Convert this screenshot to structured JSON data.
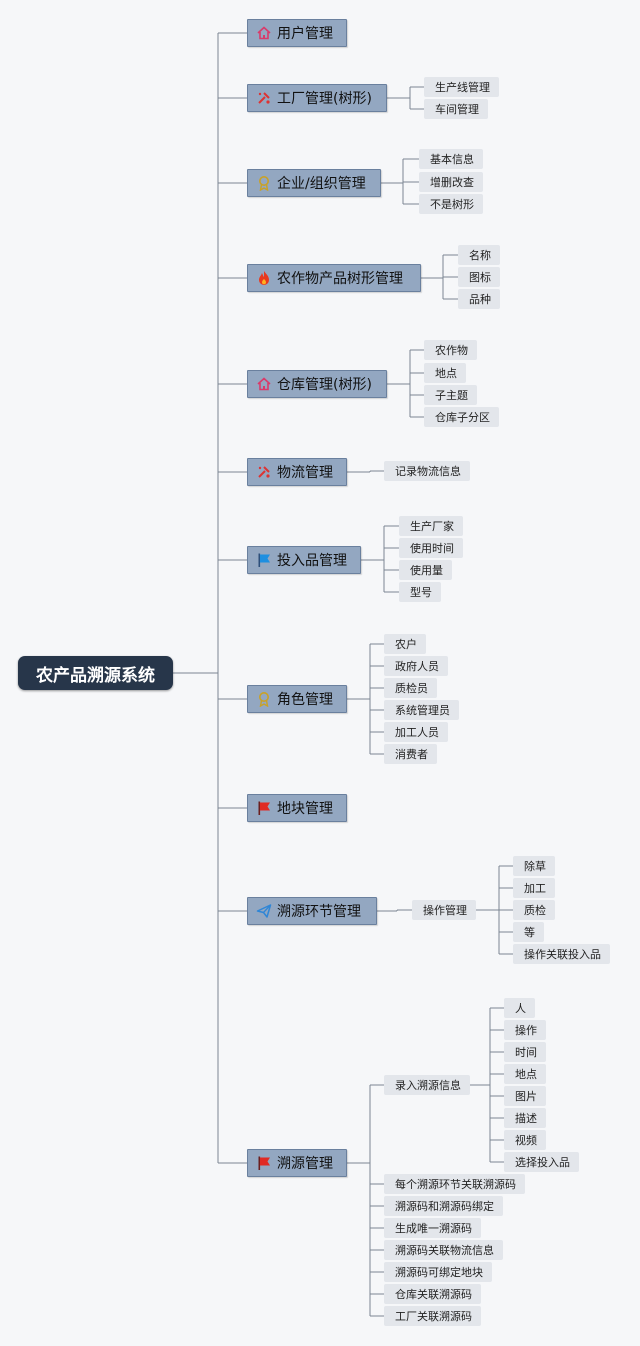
{
  "root": "农产品溯源系统",
  "branches": [
    {
      "label": "用户管理",
      "icon": "house-icon",
      "children": []
    },
    {
      "label": "工厂管理(树形)",
      "icon": "tools-icon",
      "children": [
        {
          "label": "生产线管理"
        },
        {
          "label": "车间管理"
        }
      ]
    },
    {
      "label": "企业/组织管理",
      "icon": "badge-icon",
      "children": [
        {
          "label": "基本信息"
        },
        {
          "label": "增删改查"
        },
        {
          "label": "不是树形"
        }
      ]
    },
    {
      "label": "农作物产品树形管理",
      "icon": "fire-icon",
      "children": [
        {
          "label": "名称"
        },
        {
          "label": "图标"
        },
        {
          "label": "品种"
        }
      ]
    },
    {
      "label": "仓库管理(树形)",
      "icon": "house-icon",
      "children": [
        {
          "label": "农作物"
        },
        {
          "label": "地点"
        },
        {
          "label": "子主题"
        },
        {
          "label": "仓库子分区"
        }
      ]
    },
    {
      "label": "物流管理",
      "icon": "tools-icon",
      "children": [
        {
          "label": "记录物流信息"
        }
      ]
    },
    {
      "label": "投入品管理",
      "icon": "blue-flag-icon",
      "children": [
        {
          "label": "生产厂家"
        },
        {
          "label": "使用时间"
        },
        {
          "label": "使用量"
        },
        {
          "label": "型号"
        }
      ]
    },
    {
      "label": "角色管理",
      "icon": "badge-icon",
      "children": [
        {
          "label": "农户"
        },
        {
          "label": "政府人员"
        },
        {
          "label": "质检员"
        },
        {
          "label": "系统管理员"
        },
        {
          "label": "加工人员"
        },
        {
          "label": "消费者"
        }
      ]
    },
    {
      "label": "地块管理",
      "icon": "red-flag-icon",
      "children": []
    },
    {
      "label": "溯源环节管理",
      "icon": "send-icon",
      "children": [
        {
          "label": "操作管理",
          "children": [
            {
              "label": "除草"
            },
            {
              "label": "加工"
            },
            {
              "label": "质检"
            },
            {
              "label": "等"
            },
            {
              "label": "操作关联投入品"
            }
          ]
        }
      ]
    },
    {
      "label": "溯源管理",
      "icon": "red-flag-icon",
      "children": [
        {
          "label": "录入溯源信息",
          "children": [
            {
              "label": "人"
            },
            {
              "label": "操作"
            },
            {
              "label": "时间"
            },
            {
              "label": "地点"
            },
            {
              "label": "图片"
            },
            {
              "label": "描述"
            },
            {
              "label": "视频"
            },
            {
              "label": "选择投入品"
            }
          ]
        },
        {
          "label": "每个溯源环节关联溯源码"
        },
        {
          "label": "溯源码和溯源码绑定"
        },
        {
          "label": "生成唯一溯源码"
        },
        {
          "label": "溯源码关联物流信息"
        },
        {
          "label": "溯源码可绑定地块"
        },
        {
          "label": "仓库关联溯源码"
        },
        {
          "label": "工厂关联溯源码"
        }
      ]
    }
  ]
}
